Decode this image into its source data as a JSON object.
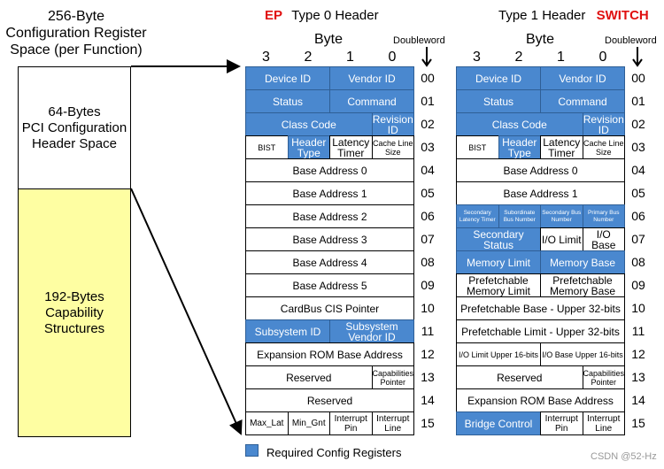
{
  "left": {
    "title": "256-Byte Configuration Register Space (per Function)",
    "title_lines": [
      "256-Byte",
      "Configuration Register",
      "Space (per Function)"
    ],
    "header_block_lines": [
      "64-Bytes",
      "PCI Configuration",
      "Header Space"
    ],
    "cap_block_lines": [
      "192-Bytes",
      "Capability",
      "Structures"
    ]
  },
  "type0": {
    "tag": "EP",
    "title": "Type 0 Header",
    "byte_label": "Byte",
    "byte_nums": [
      "3",
      "2",
      "1",
      "0"
    ],
    "dw_label": "Doubleword",
    "rows": [
      [
        {
          "t": "Device ID",
          "s": 2,
          "b": true
        },
        {
          "t": "Vendor ID",
          "s": 2,
          "b": true
        }
      ],
      [
        {
          "t": "Status",
          "s": 2,
          "b": true
        },
        {
          "t": "Command",
          "s": 2,
          "b": true
        }
      ],
      [
        {
          "t": "Class Code",
          "s": 3,
          "b": true
        },
        {
          "t": "Revision ID",
          "s": 1,
          "b": true
        }
      ],
      [
        {
          "t": "BIST",
          "s": 1,
          "c": "sm"
        },
        {
          "t": "Header Type",
          "s": 1,
          "b": true
        },
        {
          "t": "Latency Timer",
          "s": 1
        },
        {
          "t": "Cache Line Size",
          "s": 1,
          "c": "sm"
        }
      ],
      [
        {
          "t": "Base Address 0",
          "s": 4
        }
      ],
      [
        {
          "t": "Base Address 1",
          "s": 4
        }
      ],
      [
        {
          "t": "Base Address 2",
          "s": 4
        }
      ],
      [
        {
          "t": "Base Address 3",
          "s": 4
        }
      ],
      [
        {
          "t": "Base Address 4",
          "s": 4
        }
      ],
      [
        {
          "t": "Base Address 5",
          "s": 4
        }
      ],
      [
        {
          "t": "CardBus CIS Pointer",
          "s": 4
        }
      ],
      [
        {
          "t": "Subsystem ID",
          "s": 2,
          "b": true
        },
        {
          "t": "Subsystem Vendor ID",
          "s": 2,
          "b": true
        }
      ],
      [
        {
          "t": "Expansion ROM Base Address",
          "s": 4
        }
      ],
      [
        {
          "t": "Reserved",
          "s": 3
        },
        {
          "t": "Capabilities Pointer",
          "s": 1,
          "c": "sm"
        }
      ],
      [
        {
          "t": "Reserved",
          "s": 4
        }
      ],
      [
        {
          "t": "Max_Lat",
          "s": 1,
          "c": "xs2"
        },
        {
          "t": "Min_Gnt",
          "s": 1,
          "c": "xs2"
        },
        {
          "t": "Interrupt Pin",
          "s": 1,
          "c": "xs2"
        },
        {
          "t": "Interrupt Line",
          "s": 1,
          "c": "xs2"
        }
      ]
    ]
  },
  "type1": {
    "tag": "SWITCH",
    "title": "Type 1 Header",
    "byte_label": "Byte",
    "byte_nums": [
      "3",
      "2",
      "1",
      "0"
    ],
    "dw_label": "Doubleword",
    "rows": [
      [
        {
          "t": "Device ID",
          "s": 2,
          "b": true
        },
        {
          "t": "Vendor ID",
          "s": 2,
          "b": true
        }
      ],
      [
        {
          "t": "Status",
          "s": 2,
          "b": true
        },
        {
          "t": "Command",
          "s": 2,
          "b": true
        }
      ],
      [
        {
          "t": "Class Code",
          "s": 3,
          "b": true
        },
        {
          "t": "Revision ID",
          "s": 1,
          "b": true
        }
      ],
      [
        {
          "t": "BIST",
          "s": 1,
          "c": "sm"
        },
        {
          "t": "Header Type",
          "s": 1,
          "b": true
        },
        {
          "t": "Latency Timer",
          "s": 1
        },
        {
          "t": "Cache Line Size",
          "s": 1,
          "c": "sm"
        }
      ],
      [
        {
          "t": "Base Address 0",
          "s": 4
        }
      ],
      [
        {
          "t": "Base Address 1",
          "s": 4
        }
      ],
      [
        {
          "t": "Secondary Latency Timer",
          "s": 1,
          "b": true,
          "c": "xs"
        },
        {
          "t": "Subordinate Bus Number",
          "s": 1,
          "b": true,
          "c": "xs"
        },
        {
          "t": "Secondary Bus Number",
          "s": 1,
          "b": true,
          "c": "xs"
        },
        {
          "t": "Primary Bus Number",
          "s": 1,
          "b": true,
          "c": "xs"
        }
      ],
      [
        {
          "t": "Secondary Status",
          "s": 2,
          "b": true
        },
        {
          "t": "I/O Limit",
          "s": 1
        },
        {
          "t": "I/O Base",
          "s": 1
        }
      ],
      [
        {
          "t": "Memory Limit",
          "s": 2,
          "b": true
        },
        {
          "t": "Memory Base",
          "s": 2,
          "b": true
        }
      ],
      [
        {
          "t": "Prefetchable Memory Limit",
          "s": 2
        },
        {
          "t": "Prefetchable Memory Base",
          "s": 2
        }
      ],
      [
        {
          "t": "Prefetchable Base - Upper 32-bits",
          "s": 4
        }
      ],
      [
        {
          "t": "Prefetchable Limit - Upper 32-bits",
          "s": 4
        }
      ],
      [
        {
          "t": "I/O Limit Upper 16-bits",
          "s": 2,
          "c": "sm"
        },
        {
          "t": "I/O Base Upper 16-bits",
          "s": 2,
          "c": "sm"
        }
      ],
      [
        {
          "t": "Reserved",
          "s": 3
        },
        {
          "t": "Capabilities Pointer",
          "s": 1,
          "c": "sm"
        }
      ],
      [
        {
          "t": "Expansion ROM Base Address",
          "s": 4
        }
      ],
      [
        {
          "t": "Bridge Control",
          "s": 2,
          "b": true
        },
        {
          "t": "Interrupt Pin",
          "s": 1,
          "c": "xs2"
        },
        {
          "t": "Interrupt Line",
          "s": 1,
          "c": "xs2"
        }
      ]
    ]
  },
  "row_numbers": [
    "00",
    "01",
    "02",
    "03",
    "04",
    "05",
    "06",
    "07",
    "08",
    "09",
    "10",
    "11",
    "12",
    "13",
    "14",
    "15"
  ],
  "legend": {
    "label": "Required Config Registers",
    "color": "#4a88cf"
  },
  "watermark": "CSDN @52-Hz"
}
